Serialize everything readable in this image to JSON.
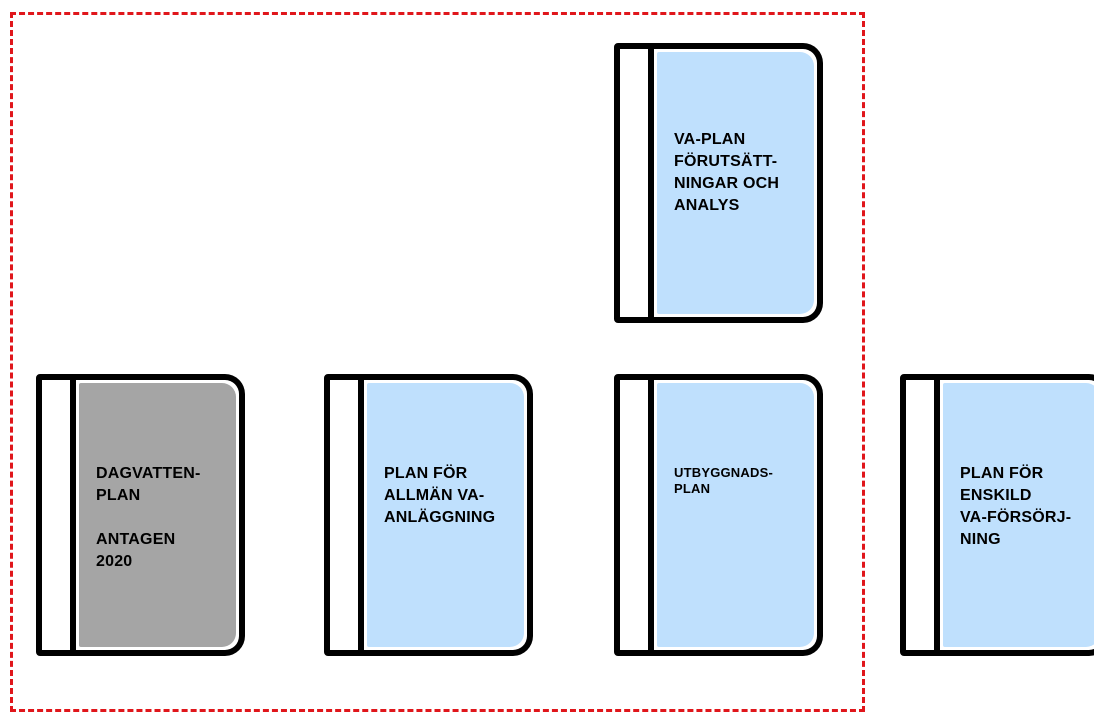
{
  "colors": {
    "boundary_dash": "#e0161b",
    "cover_blue": "#bfe0fd",
    "cover_gray": "#a5a5a5",
    "outline": "#000000"
  },
  "binders": {
    "va_plan": {
      "label": "VA-PLAN\nFÖRUTSÄTT-\nNINGAR OCH\nANALYS",
      "color": "#bfe0fd"
    },
    "dagvatten": {
      "label": "DAGVATTEN-\nPLAN\n\nANTAGEN\n2020",
      "color": "#a5a5a5"
    },
    "allman": {
      "label": "PLAN FÖR\nALLMÄN VA-\nANLÄGGNING",
      "color": "#bfe0fd"
    },
    "utbyggnad": {
      "label": "UTBYGGNADS-\nPLAN",
      "color": "#bfe0fd"
    },
    "enskild": {
      "label": "PLAN FÖR\nENSKILD\nVA-FÖRSÖRJ-\nNING",
      "color": "#bfe0fd"
    }
  }
}
